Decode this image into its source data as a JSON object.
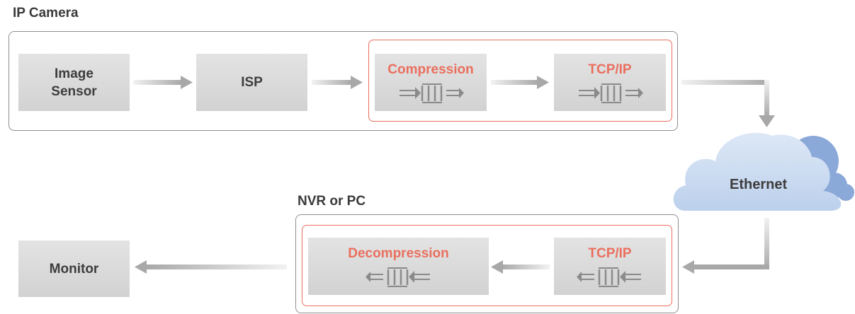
{
  "ip_camera": {
    "title": "IP Camera",
    "image_sensor": "Image\nSensor",
    "isp": "ISP",
    "compression": "Compression",
    "tcpip": "TCP/IP"
  },
  "network": {
    "label": "Ethernet"
  },
  "nvr": {
    "title": "NVR or PC",
    "decompression": "Decompression",
    "tcpip": "TCP/IP"
  },
  "monitor": {
    "label": "Monitor"
  },
  "colors": {
    "accent_red": "#ea6f5e",
    "block_gray": "#d9d9d9",
    "cloud_light": "#c9daf0",
    "cloud_dark": "#8aa8d8"
  },
  "icons": [
    "arrow-right-icon",
    "arrow-left-icon",
    "arrow-down-icon",
    "data-stream-icon",
    "cloud-icon"
  ]
}
